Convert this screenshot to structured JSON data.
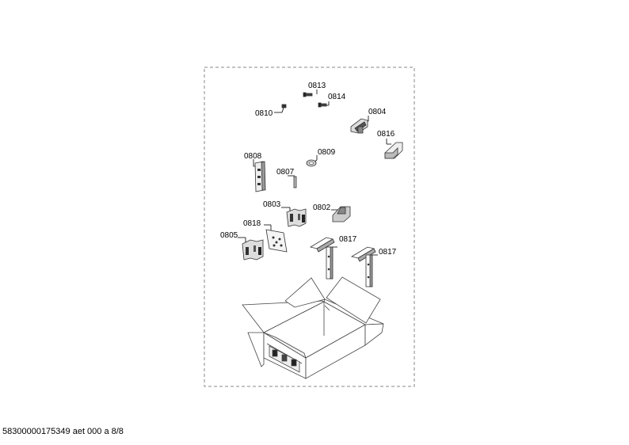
{
  "parts": [
    {
      "id": "p0813",
      "label": "0813"
    },
    {
      "id": "p0814",
      "label": "0814"
    },
    {
      "id": "p0810",
      "label": "0810"
    },
    {
      "id": "p0804",
      "label": "0804"
    },
    {
      "id": "p0816",
      "label": "0816"
    },
    {
      "id": "p0808",
      "label": "0808"
    },
    {
      "id": "p0809",
      "label": "0809"
    },
    {
      "id": "p0807",
      "label": "0807"
    },
    {
      "id": "p0803",
      "label": "0803"
    },
    {
      "id": "p0802",
      "label": "0802"
    },
    {
      "id": "p0818",
      "label": "0818"
    },
    {
      "id": "p0805",
      "label": "0805"
    },
    {
      "id": "p0817a",
      "label": "0817"
    },
    {
      "id": "p0817b",
      "label": "0817"
    }
  ],
  "footer": {
    "document_id": "58300000175349 aet 000 a 8/8"
  }
}
